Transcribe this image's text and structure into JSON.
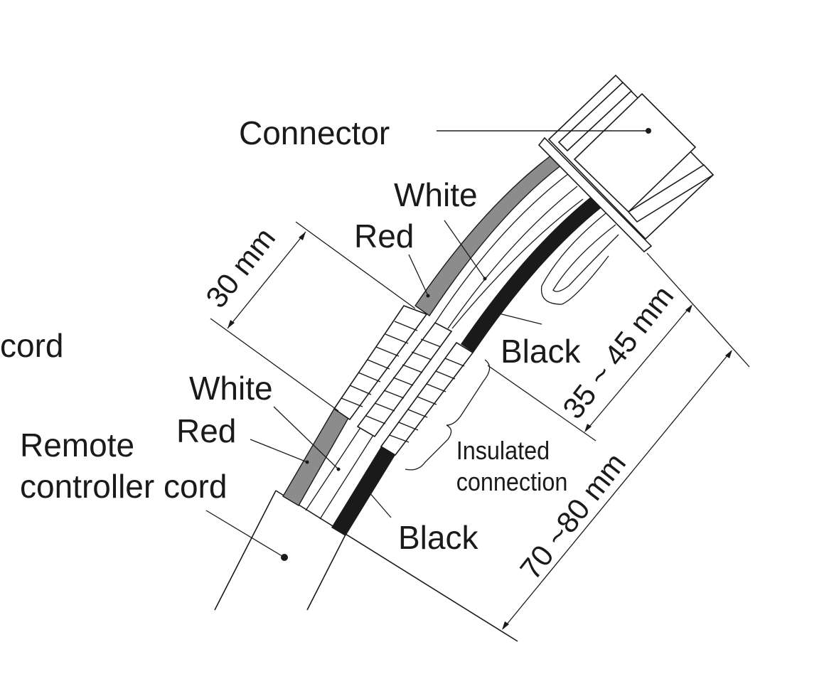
{
  "diagram": {
    "labels": {
      "connector": "Connector",
      "white_top": "White",
      "red_top": "Red",
      "black_top": "Black",
      "cord_cut": "cord",
      "white_bottom": "White",
      "red_bottom": "Red",
      "black_bottom": "Black",
      "remote_line1": "Remote",
      "remote_line2": "controller cord",
      "insulated_line1": "Insulated",
      "insulated_line2": "connection"
    },
    "dimensions": {
      "strip_length": "30 mm",
      "connector_to_joint": "35 ~ 45 mm",
      "overall_length": "70 ~80 mm"
    },
    "colors": {
      "red_wire": "#8c8c8c",
      "black_wire": "#1a1a1a",
      "white_wire": "#ffffff",
      "line": "#1a1a1a"
    }
  }
}
